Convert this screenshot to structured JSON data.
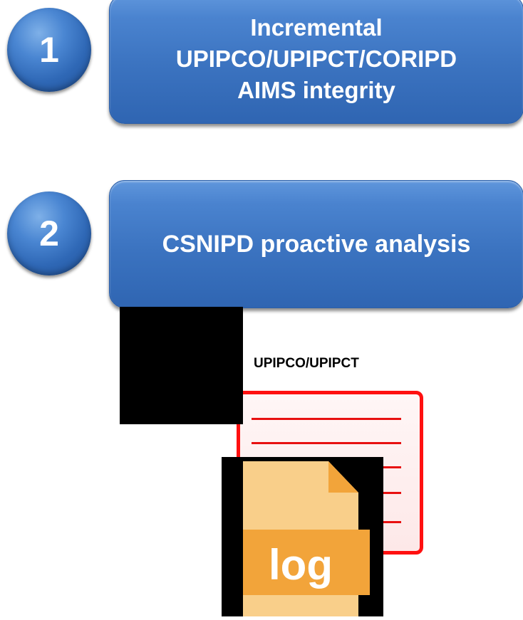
{
  "steps": [
    {
      "number": "1",
      "lines": [
        "Incremental",
        "UPIPCO/UPIPCT/CORIPD",
        "AIMS integrity"
      ]
    },
    {
      "number": "2",
      "lines": [
        "CSNIPD proactive analysis"
      ]
    }
  ],
  "document": {
    "label": "UPIPCO/UPIPCT"
  },
  "log_icon": {
    "label": "log"
  },
  "colors": {
    "step_blue": "#3b73c0",
    "document_border": "#ff1010",
    "log_orange": "#f2a43a",
    "log_light": "#f9cf8a"
  }
}
